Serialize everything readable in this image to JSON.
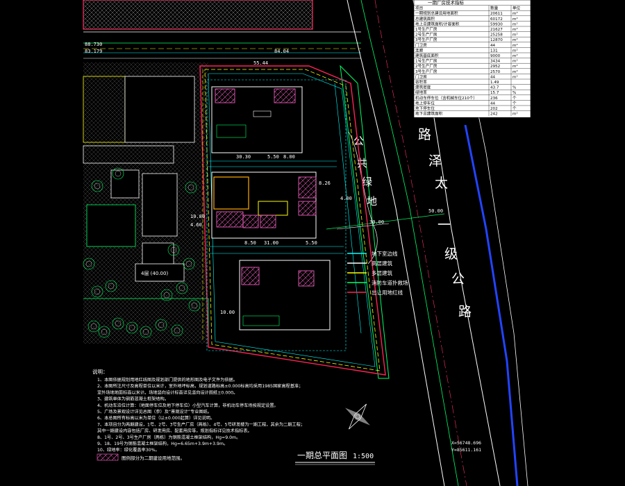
{
  "drawing": {
    "title": "一期总平面图",
    "scale": "1:500",
    "road_name_chars": [
      "路",
      "泽",
      "太",
      "一",
      "级",
      "公",
      "路"
    ],
    "green_belt_chars": [
      "公",
      "共",
      "绿",
      "地"
    ],
    "dimensions": {
      "top_a": "88.730",
      "top_b": "83.179",
      "top_c": "84.04",
      "top_d": "55.44",
      "mid_a": "30.30",
      "mid_b": "5.50",
      "mid_c": "8.00",
      "mid_d": "8.26",
      "road_w1": "50.00",
      "road_w2": "30.00",
      "row_a": "8.50",
      "row_b": "31.00",
      "row_c": "5.50",
      "row_d": "10.00",
      "bldg_code": "4.00",
      "small_a": "10.80",
      "small_b": "4.60",
      "left_label": "4层 (40.00)"
    },
    "coords": {
      "c1": "X=56748.696",
      "c2": "Y=85611.161"
    },
    "legend": [
      "地下室边线",
      "高层建筑",
      "多层建筑",
      "消防车道扑救场",
      "出让用地红线"
    ],
    "notes_header": "说明：",
    "notes": [
      "1、本图依据规划用地红线图及规划部门提供的地形图及电子文件为依据。",
      "2、本图所注尺寸及高程单位以米计，室外地坪标高，规划道路标高±0.000标高均采用1985国家高程基准；",
      "   室外场地地面标高以米计。场地竖向设计标高详见竖向设计图纸±0.000。",
      "3、建筑单体为钢筋混凝土框架结构。",
      "4、机动车泊位计算：（地面停车位及地下停车位）小型汽车计算，非机动车停车场按规定设置。",
      "5、广场及景观设计详见总图（参）及“景观设计”专业图纸。",
      "6、本总图所有标高以米为单位（以±0.000起算）详见说明。",
      "7、本项目分为两期建设，1号、2号、3号生产厂房（两栋）、4号、5号研发楼为一期工程，其余为二期工程；",
      "   其中一期建设内容包括厂房、研发用房、配套用房等，规划指标详见技术指标表。",
      "8、1号、2号、3号生产厂房（两栋）为钢筋混凝土框架结构，Hg=9.0m。",
      "9、18、19号为钢筋混凝土框架结构，Hg=6.65m+3.9m+3.9m。",
      "10、绿地率：绿化覆盖率30%。"
    ],
    "legend_note": "图例部分为二期建设用地范围。",
    "table": {
      "title": "一期厂房技术指标",
      "headers": [
        "项目",
        "数量",
        "单位"
      ],
      "rows": [
        [
          "一期规划总建设用地面积",
          "20611",
          "m²"
        ],
        [
          "总建筑面积",
          "60172",
          "m²"
        ],
        [
          "地上总建筑面积/计容面积",
          "59930",
          "m²"
        ],
        [
          "  1号生产厂房",
          "21627",
          "m²"
        ],
        [
          "  2号生产厂房",
          "25258",
          "m²"
        ],
        [
          "  3号生产厂房",
          "12870",
          "m²"
        ],
        [
          "  门卫房",
          "44",
          "m²"
        ],
        [
          "  连廊",
          "131",
          "m²"
        ],
        [
          "建筑基底面积",
          "9000",
          "m²"
        ],
        [
          "  1号生产厂房",
          "3434",
          "m²"
        ],
        [
          "  2号生产厂房",
          "2952",
          "m²"
        ],
        [
          "  3号生产厂房",
          "2570",
          "m²"
        ],
        [
          "  门卫房",
          "44",
          "m²"
        ],
        [
          "容积率",
          "1.49",
          ""
        ],
        [
          "建筑密度",
          "43.7",
          "%"
        ],
        [
          "绿地率",
          "15.7",
          "%"
        ],
        [
          "机动车停车位（含机械车位210个）",
          "236",
          "个"
        ],
        [
          "  地上停车位",
          "44",
          "个"
        ],
        [
          "  地下停车位",
          "202",
          "个"
        ],
        [
          "地下总建筑面积",
          "242",
          "m²"
        ]
      ]
    }
  }
}
